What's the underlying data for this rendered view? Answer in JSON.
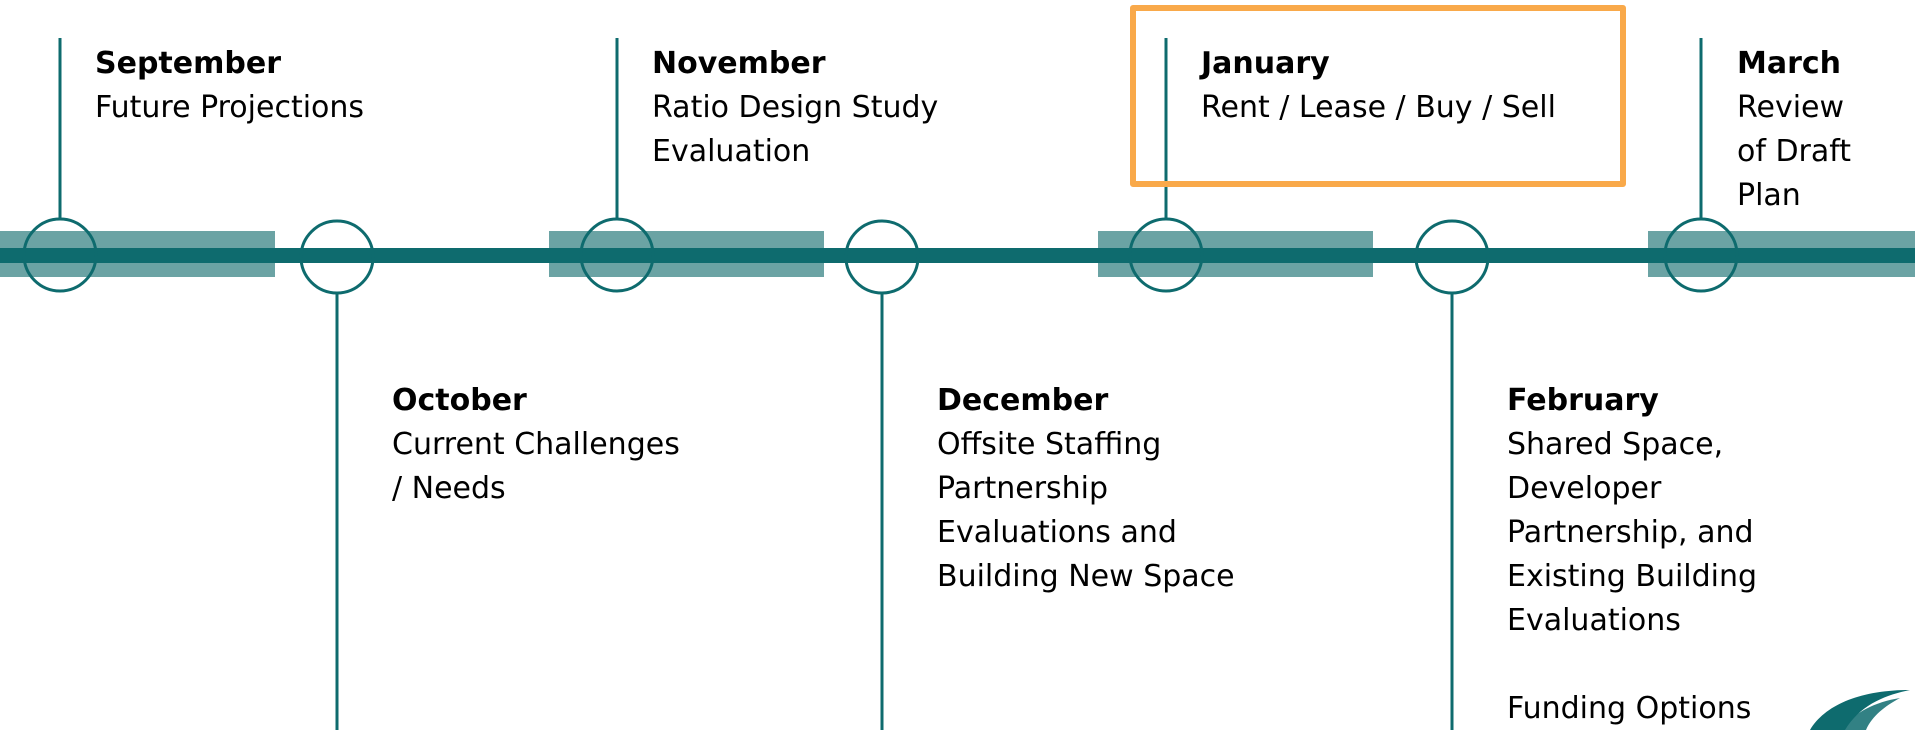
{
  "colors": {
    "teal_dark": "#0e6b6e",
    "teal_band": "#6ba3a4",
    "highlight": "#f9a94a",
    "logo": "#0e6b6e"
  },
  "milestones": [
    {
      "month": "September",
      "description": "Future Projections"
    },
    {
      "month": "October",
      "description": "Current Challenges\n/ Needs"
    },
    {
      "month": "November",
      "description": "Ratio Design Study\nEvaluation"
    },
    {
      "month": "December",
      "description": "Offsite Staffing\nPartnership\nEvaluations and\nBuilding New Space"
    },
    {
      "month": "January",
      "description": "Rent / Lease / Buy / Sell"
    },
    {
      "month": "February",
      "description": "Shared Space,\nDeveloper\nPartnership, and\nExisting Building\nEvaluations\n\nFunding Options"
    },
    {
      "month": "March",
      "description": "Review\nof Draft\nPlan"
    }
  ],
  "highlighted_milestone": "January",
  "logo": {
    "icon": "wave-logo-icon"
  }
}
